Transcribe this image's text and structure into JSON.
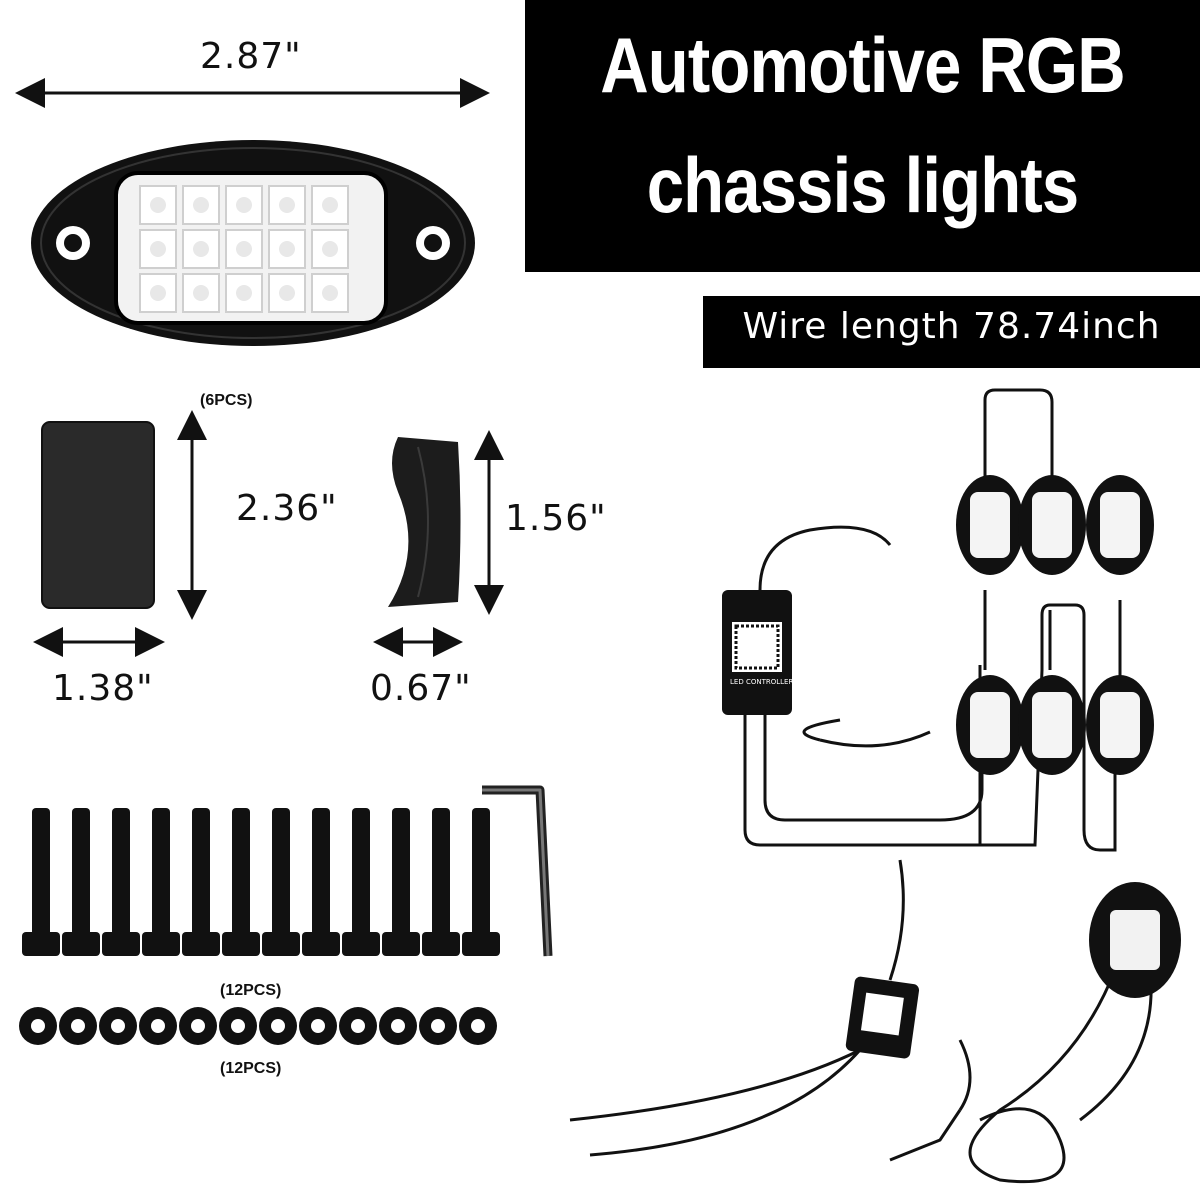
{
  "title": {
    "line1": "Automotive RGB",
    "line2": "chassis lights"
  },
  "wire_length": "Wire length 78.74inch",
  "dimensions": {
    "light_width": "2.87\"",
    "pad_height": "2.36\"",
    "pad_width": "1.38\"",
    "bracket_height": "1.56\"",
    "bracket_width": "0.67\""
  },
  "quantities": {
    "pads": "(6PCS)",
    "screws": "(12PCS)",
    "washers": "(12PCS)"
  },
  "controller_label": "LED CONTROLLER",
  "icons": [
    "rock-light-pod",
    "mounting-pad",
    "mounting-bracket",
    "hex-screw",
    "rubber-washer",
    "hex-key",
    "bluetooth-controller",
    "wiring-harness"
  ],
  "colors": {
    "title_background": "#000000",
    "title_text": "#ffffff",
    "product": "#111111"
  }
}
